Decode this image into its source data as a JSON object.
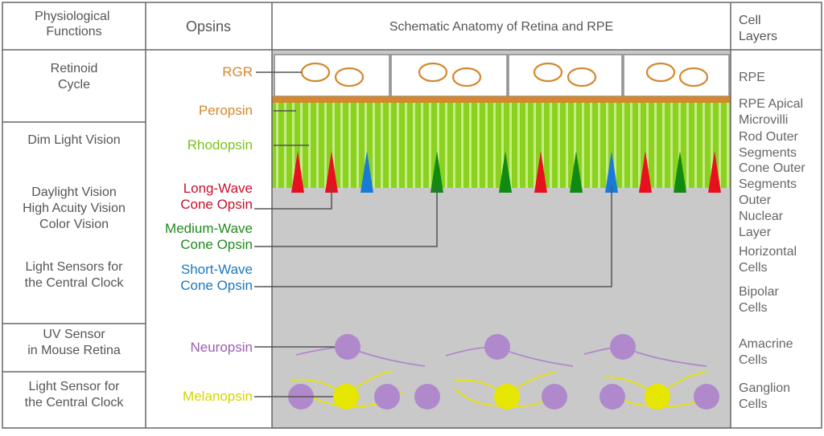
{
  "headers": {
    "functions": [
      "Physiological",
      "Functions"
    ],
    "opsins": "Opsins",
    "anatomy": "Schematic Anatomy of Retina and RPE",
    "layers": [
      "Cell",
      "Layers"
    ]
  },
  "functions": [
    [
      "Retinoid",
      "Cycle"
    ],
    [
      "Dim Light Vision"
    ],
    [
      "Daylight Vision",
      "High Acuity Vision",
      "Color Vision"
    ],
    [
      "Light Sensors for",
      "the Central Clock"
    ],
    [
      "UV Sensor",
      "in Mouse Retina"
    ],
    [
      "Light Sensor for",
      "the Central Clock"
    ]
  ],
  "opsins": [
    {
      "lines": [
        "RGR"
      ],
      "color": "#d4882e"
    },
    {
      "lines": [
        "Peropsin"
      ],
      "color": "#d4882e"
    },
    {
      "lines": [
        "Rhodopsin"
      ],
      "color": "#7cc21e"
    },
    {
      "lines": [
        "Long-Wave",
        "Cone Opsin"
      ],
      "color": "#c8102e"
    },
    {
      "lines": [
        "Medium-Wave",
        "Cone Opsin"
      ],
      "color": "#1f8a1f"
    },
    {
      "lines": [
        "Short-Wave",
        "Cone Opsin"
      ],
      "color": "#1a78c2"
    },
    {
      "lines": [
        "Neuropsin"
      ],
      "color": "#9a5fb4"
    },
    {
      "lines": [
        "Melanopsin"
      ],
      "color": "#d6d400"
    }
  ],
  "layers": [
    [
      "RPE"
    ],
    [
      "RPE Apical",
      "Microvilli"
    ],
    [
      "Rod Outer",
      "Segments"
    ],
    [
      "Cone Outer",
      "Segments"
    ],
    [
      "Outer",
      "Nuclear",
      "Layer"
    ],
    [
      "Horizontal",
      "Cells"
    ],
    [
      "Bipolar",
      "Cells"
    ],
    [
      "Amacrine",
      "Cells"
    ],
    [
      "Ganglion",
      "Cells"
    ]
  ],
  "cones": [
    "red",
    "red",
    "blue",
    "green",
    "green",
    "red",
    "green",
    "blue",
    "red",
    "green",
    "red"
  ],
  "colors": {
    "red": "#e8101e",
    "green": "#118a11",
    "blue": "#1a7ad8",
    "rod": "#8ad21e",
    "peropsin_band": "#d4882e",
    "rgr_oval": "#d4882e",
    "neuropsin": "#b089cc",
    "melanopsin": "#e6e600",
    "retina_bg": "#c9c9c9",
    "grid": "#666666"
  }
}
